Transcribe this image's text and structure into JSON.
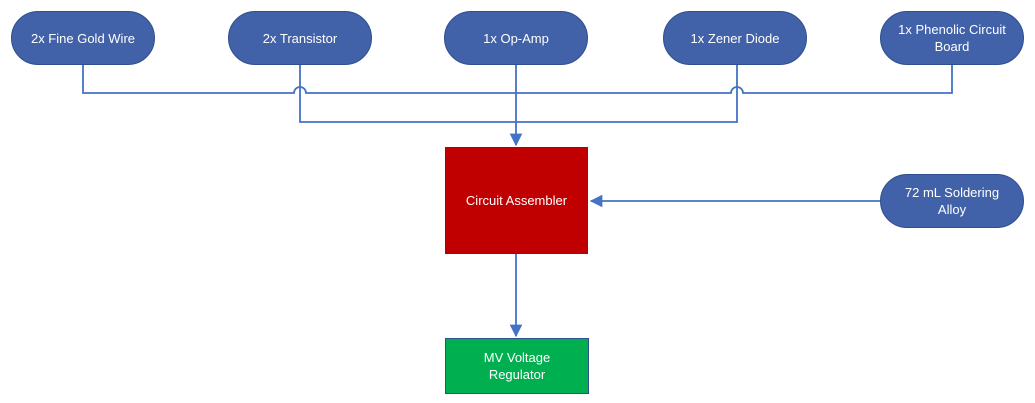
{
  "diagram": {
    "inputs": [
      "2x Fine Gold Wire",
      "2x Transistor",
      "1x Op-Amp",
      "1x Zener Diode",
      "1x Phenolic Circuit\nBoard"
    ],
    "side_input": "72 mL Soldering\nAlloy",
    "machine": "Circuit Assembler",
    "output": "MV Voltage\nRegulator",
    "colors": {
      "input_fill": "#4161a8",
      "input_border": "#2f4f8f",
      "machine_fill": "#c00000",
      "output_fill": "#00b050",
      "connector": "#4472c4",
      "text": "#ffffff"
    }
  }
}
